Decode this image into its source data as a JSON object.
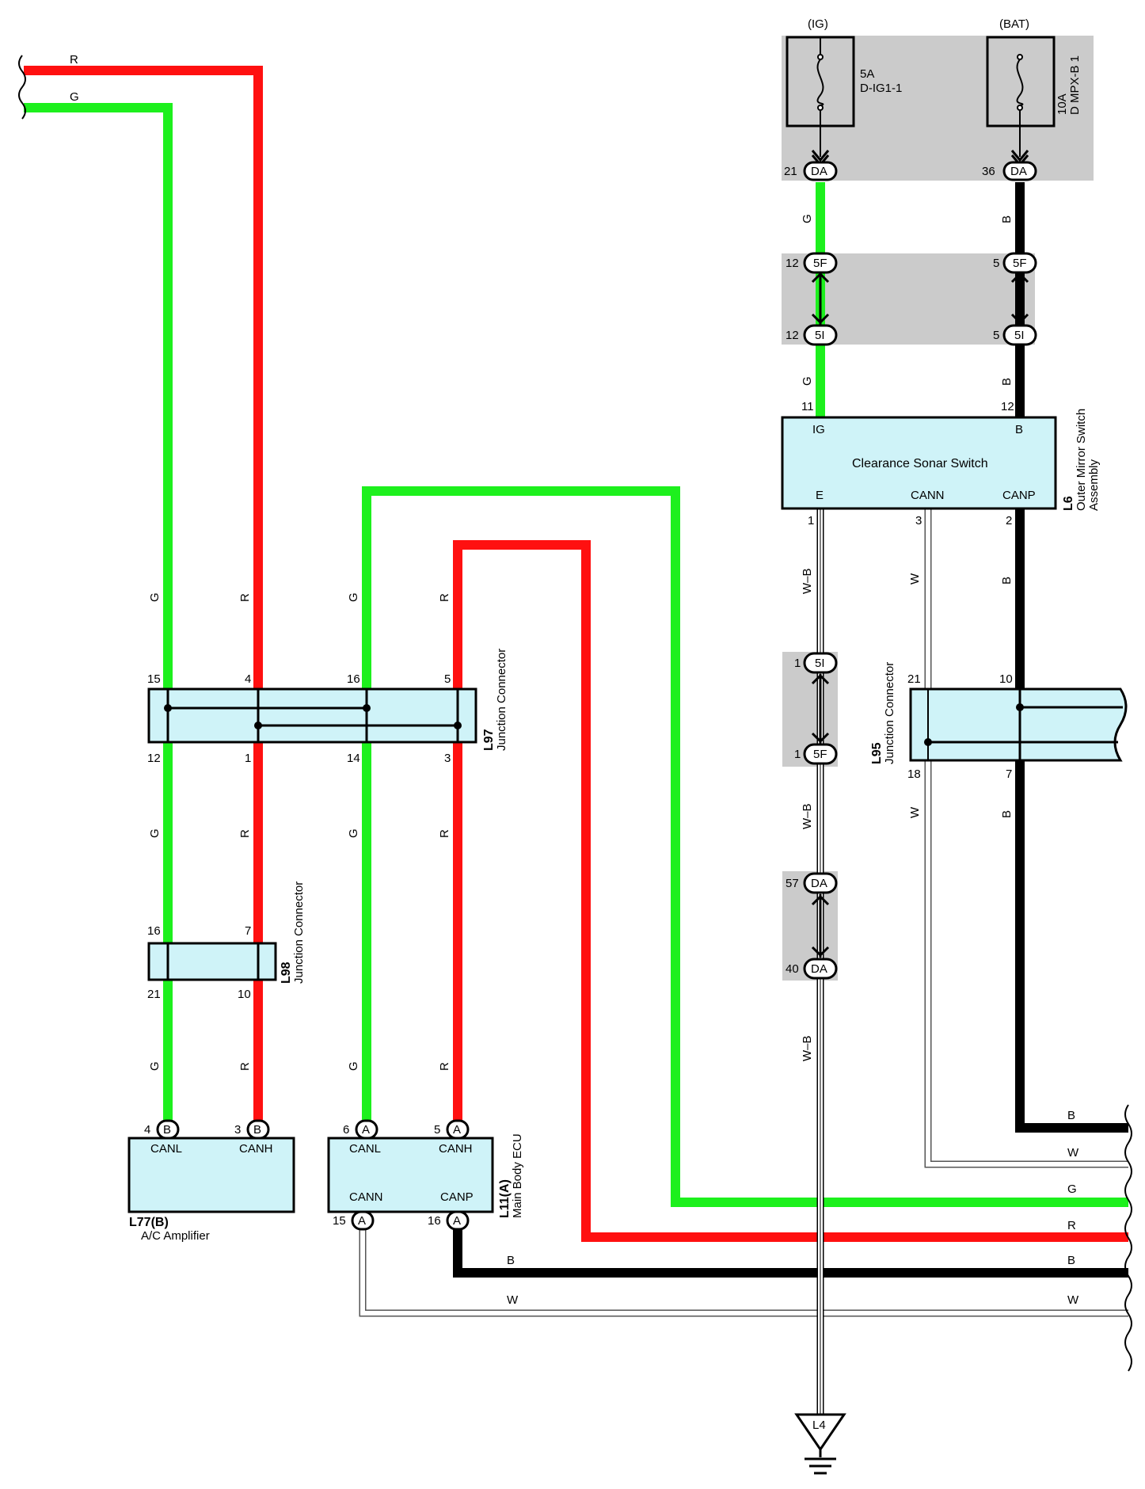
{
  "colors": {
    "green": "#1df01d",
    "red": "#ff1010",
    "black": "#000000",
    "connector_fill": "#cff3f8",
    "shade": "#cbcbcb"
  },
  "wire_colors": {
    "R": "R",
    "G": "G",
    "B": "B",
    "W": "W",
    "WB": "W–B"
  },
  "fuses": [
    {
      "supply": "(IG)",
      "rating": "5A",
      "name": "D-IG1-1"
    },
    {
      "supply": "(BAT)",
      "rating": "10A",
      "name": "D MPX-B 1"
    }
  ],
  "connectors": {
    "DA": "DA",
    "5F": "5F",
    "5I": "5I",
    "A": "A",
    "B": "B"
  },
  "pins": {
    "ig_da": "21",
    "bat_da": "36",
    "ig_5f": "12",
    "bat_5f": "5",
    "ig_5i": "12",
    "bat_5i": "5",
    "sw_ig": "11",
    "sw_b": "12",
    "sw_e": "1",
    "sw_cann": "3",
    "sw_canp": "2",
    "e_5i": "1",
    "e_5f": "1",
    "e_da1": "57",
    "e_da2": "40",
    "l97_15": "15",
    "l97_4": "4",
    "l97_16": "16",
    "l97_5": "5",
    "l97_12": "12",
    "l97_1": "1",
    "l97_14": "14",
    "l97_3": "3",
    "l98_16": "16",
    "l98_7": "7",
    "l98_21": "21",
    "l98_10": "10",
    "l95_21": "21",
    "l95_10": "10",
    "l95_18": "18",
    "l95_7": "7",
    "ac_4": "4",
    "ac_3": "3",
    "ecu_6": "6",
    "ecu_5": "5",
    "ecu_15": "15",
    "ecu_16": "16"
  },
  "components": {
    "clearance_switch": {
      "name": "Clearance Sonar Switch",
      "pin_ig": "IG",
      "pin_b": "B",
      "pin_e": "E",
      "pin_cann": "CANN",
      "pin_canp": "CANP",
      "code": "L6",
      "desc1": "Outer Mirror Switch",
      "desc2": "Assembly"
    },
    "l97": {
      "code": "L97",
      "desc": "Junction Connector"
    },
    "l98": {
      "code": "L98",
      "desc": "Junction Connector"
    },
    "l95": {
      "code": "L95",
      "desc": "Junction Connector"
    },
    "ac_amp": {
      "code": "L77(B)",
      "desc": "A/C Amplifier",
      "pin_canl": "CANL",
      "pin_canh": "CANH"
    },
    "main_ecu": {
      "code": "L11(A)",
      "desc": "Main Body ECU",
      "pin_canl": "CANL",
      "pin_canh": "CANH",
      "pin_cann": "CANN",
      "pin_canp": "CANP"
    },
    "ground": {
      "code": "L4"
    }
  }
}
